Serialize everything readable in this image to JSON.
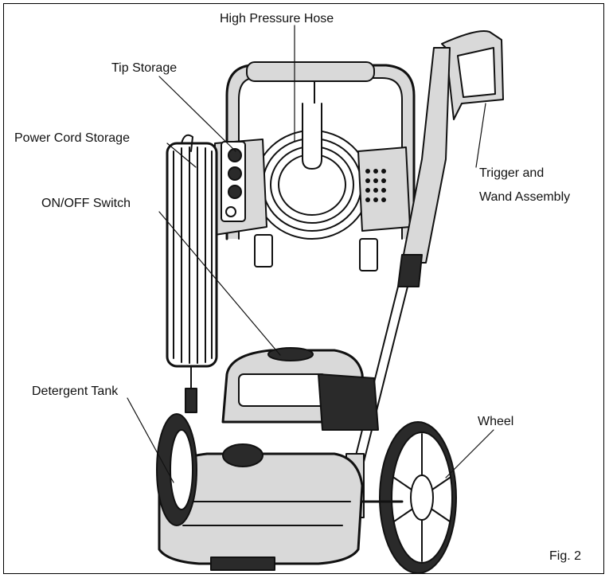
{
  "figure": {
    "caption": "Fig. 2",
    "subject_icon": "pressure-washer-line-drawing"
  },
  "callouts": {
    "high_pressure_hose": "High Pressure Hose",
    "tip_storage": "Tip Storage",
    "power_cord_storage": "Power Cord Storage",
    "on_off_switch": "ON/OFF Switch",
    "trigger_wand_line1": "Trigger and",
    "trigger_wand_line2": "Wand Assembly",
    "detergent_tank": "Detergent Tank",
    "wheel": "Wheel"
  },
  "colors": {
    "line": "#111111",
    "body_fill": "#d9d9d9",
    "dark_fill": "#2a2a2a",
    "background": "#ffffff"
  }
}
